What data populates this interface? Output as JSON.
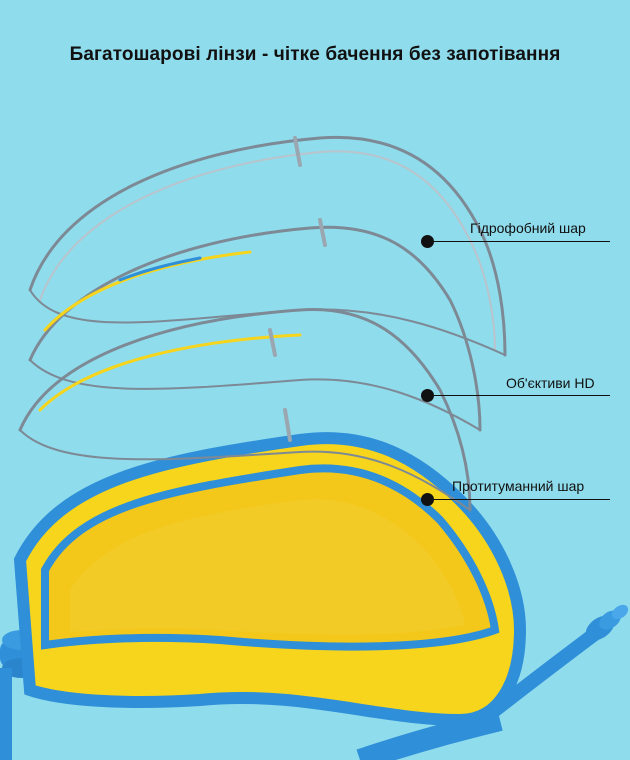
{
  "headline": "Багатошарові лінзи - чітке бачення без запотівання",
  "callouts": [
    {
      "label": "Гідрофобний шар"
    },
    {
      "label": "Об'єктиви HD"
    },
    {
      "label": "Протитуманний шар"
    }
  ],
  "colors": {
    "background": "#8fdcec",
    "frame_blue": "#2f8fd8",
    "frame_yellow": "#f6d51c",
    "lens_outline": "#7d8a96"
  }
}
